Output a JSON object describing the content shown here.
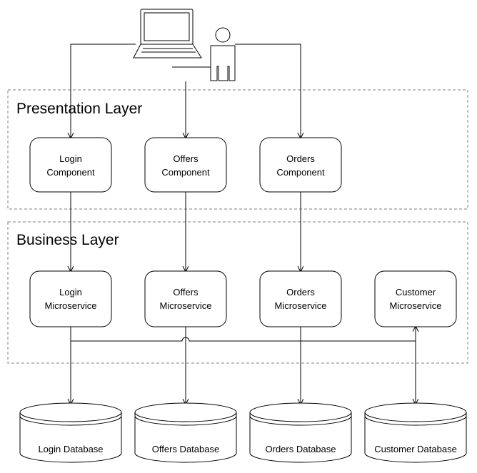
{
  "layers": {
    "presentation": {
      "title": "Presentation Layer"
    },
    "business": {
      "title": "Business Layer"
    }
  },
  "components": [
    {
      "line1": "Login",
      "line2": "Component"
    },
    {
      "line1": "Offers",
      "line2": "Component"
    },
    {
      "line1": "Orders",
      "line2": "Component"
    }
  ],
  "microservices": [
    {
      "line1": "Login",
      "line2": "Microservice"
    },
    {
      "line1": "Offers",
      "line2": "Microservice"
    },
    {
      "line1": "Orders",
      "line2": "Microservice"
    },
    {
      "line1": "Customer",
      "line2": "Microservice"
    }
  ],
  "databases": [
    {
      "label": "Login Database"
    },
    {
      "label": "Offers Database"
    },
    {
      "label": "Orders Database"
    },
    {
      "label": "Customer Database"
    }
  ],
  "icons": {
    "client": "laptop-icon",
    "user": "user-icon"
  }
}
